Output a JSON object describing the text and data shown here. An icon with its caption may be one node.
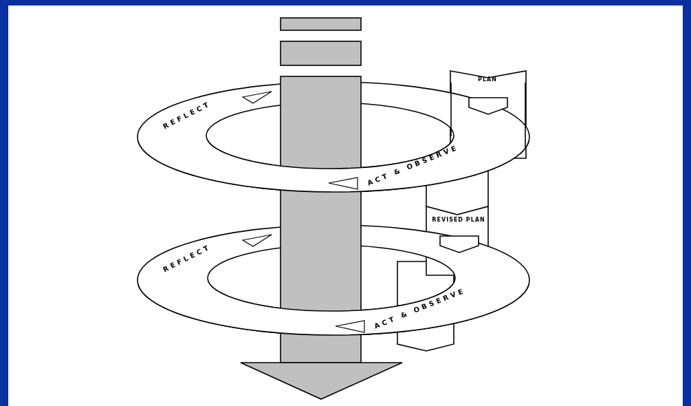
{
  "diagram": {
    "labels": [
      "PLAN",
      "REFLECT",
      "ACT & OBSERVE",
      "REVISED PLAN",
      "REFLECT",
      "ACT & OBSERVE"
    ]
  }
}
